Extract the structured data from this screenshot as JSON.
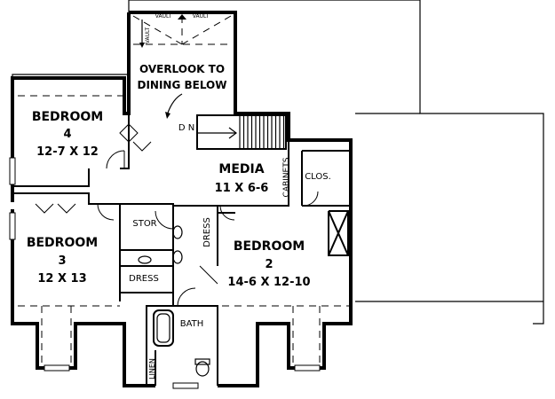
{
  "rooms": {
    "bedroom4": {
      "name": "BEDROOM",
      "number": "4",
      "size": "12-7 X 12"
    },
    "bedroom3": {
      "name": "BEDROOM",
      "number": "3",
      "size": "12 X 13"
    },
    "bedroom2": {
      "name": "BEDROOM",
      "number": "2",
      "size": "14-6 X 12-10"
    },
    "media": {
      "name": "MEDIA",
      "size": "11 X 6-6"
    },
    "overlook": {
      "line1": "OVERLOOK TO",
      "line2": "DINING BELOW"
    },
    "stor": "STOR",
    "dress_left": "DRESS",
    "dress_right": "DRESS",
    "bath": "BATH",
    "linen": "LINEN",
    "clos": "CLOS.",
    "cabinets": "CABINETS"
  },
  "annotations": {
    "vault_top_left": "VAULT",
    "vault_top_right": "VAULT",
    "vault_side": "VAULT",
    "stair_dn": "D N"
  }
}
